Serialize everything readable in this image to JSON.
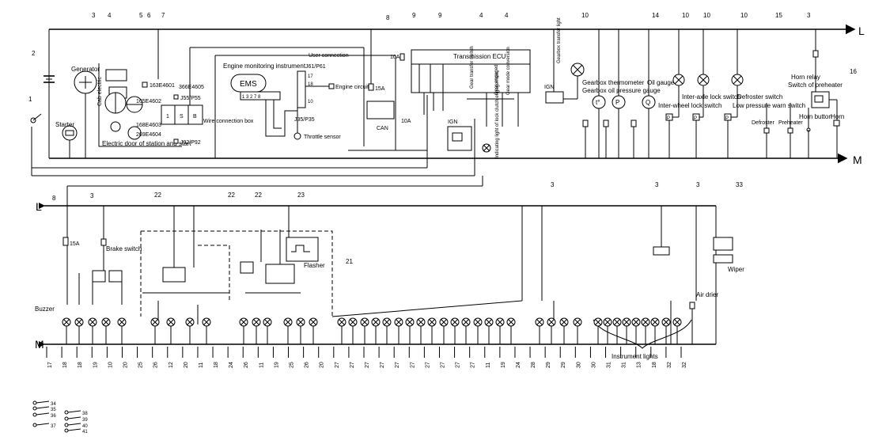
{
  "bus_labels": {
    "l": "L",
    "m": "M"
  },
  "components": {
    "generator": "Generator",
    "cab_electric": "Cab electric",
    "starter": "Starter",
    "electric_door": "Electric door of station and start",
    "conn_163": "163E4601",
    "conn_165": "165E4602",
    "conn_168": "168E4603",
    "conn_269": "269E4604",
    "conn_366": "366E4605",
    "j55": "J55/P55",
    "j92": "J92/P92",
    "wire_box": "Wire connection box",
    "engine_monitor": "Engine monitoring instrument",
    "user_connection": "User connection",
    "j61": "J61/P61",
    "ems": "EMS",
    "engine_circuit": "Engine circuit",
    "throttle_sensor": "Throttle sensor",
    "j35": "J35/P35",
    "fuse_15a": "15A",
    "fuse_10a": "10A",
    "can": "CAN",
    "transmission_ecu": "Transmission ECU",
    "gear_transfer_switch": "Gear transfer switch",
    "clutch_engaged": "Gear engaged",
    "gear_mode_conversion": "Gear mode conversion",
    "indicating_light": "Indicating light of lock clutch engagement",
    "ign": "IGN",
    "gearbox_transfer_light": "Gearbox transfer light",
    "gearbox_thermometer": "Gearbox thermometer",
    "gearbox_oil_pressure": "Gearbox oil pressure gauge",
    "oil_gauge": "Oil gauge",
    "inter_wheel_lock": "Inter-wheel lock switch",
    "inter_axle_lock": "Inter-axle lock switch",
    "low_pressure_warn": "Low pressure warn switch",
    "defroster_switch": "Defroster switch",
    "horn_relay": "Horn relay",
    "switch_preheater": "Switch of preheater",
    "horn_button": "Horn button",
    "horn": "Horn",
    "defroster": "Defroster",
    "preheater": "Preheater",
    "brake_switch": "Brake switch",
    "buzzer": "Buzzer",
    "flasher": "Flasher",
    "air_drier": "Air drier",
    "wiper": "Wiper",
    "instrument_lights": "Instrument lights",
    "gauge_t": "t°",
    "gauge_p": "P",
    "gauge_q": "Q",
    "pin_17": "17",
    "pin_18": "18",
    "pin_10": "10",
    "pins_ems": "1 3 2 7 8"
  },
  "callouts_top": [
    "1",
    "2",
    "3",
    "4",
    "5",
    "6",
    "7",
    "8",
    "9",
    "9",
    "4",
    "4",
    "10",
    "14",
    "10",
    "10",
    "10",
    "15",
    "3",
    "16"
  ],
  "callouts_lower_top": [
    "8",
    "3",
    "22",
    "22",
    "22",
    "23",
    "21",
    "3",
    "3",
    "3",
    "33"
  ],
  "bottom_numbers": [
    "17",
    "18",
    "18",
    "19",
    "10",
    "20",
    "25",
    "26",
    "12",
    "20",
    "11",
    "18",
    "24",
    "26",
    "11",
    "19",
    "25",
    "26",
    "20",
    "27",
    "27",
    "27",
    "27",
    "27",
    "27",
    "27",
    "27",
    "27",
    "27",
    "11",
    "19",
    "24",
    "28",
    "29",
    "29",
    "30",
    "30",
    "31",
    "31",
    "13",
    "18",
    "32",
    "32"
  ],
  "legend_numbers": [
    "34",
    "35",
    "36",
    "37",
    "38",
    "39",
    "40",
    "41"
  ]
}
